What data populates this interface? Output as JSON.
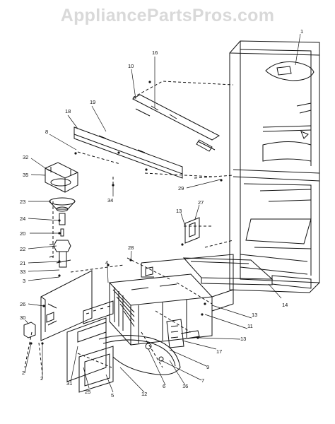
{
  "watermark": "AppliancePartsPros.com",
  "callouts": [
    {
      "id": "c1",
      "text": "1"
    },
    {
      "id": "c16",
      "text": "16"
    },
    {
      "id": "c10",
      "text": "10"
    },
    {
      "id": "c18",
      "text": "18"
    },
    {
      "id": "c19",
      "text": "19"
    },
    {
      "id": "c8",
      "text": "8"
    },
    {
      "id": "c32",
      "text": "32"
    },
    {
      "id": "c35",
      "text": "35"
    },
    {
      "id": "c23",
      "text": "23"
    },
    {
      "id": "c34",
      "text": "34"
    },
    {
      "id": "c29",
      "text": "29"
    },
    {
      "id": "c24",
      "text": "24"
    },
    {
      "id": "c20",
      "text": "20"
    },
    {
      "id": "c22",
      "text": "22"
    },
    {
      "id": "c21",
      "text": "21"
    },
    {
      "id": "c33",
      "text": "33"
    },
    {
      "id": "c3",
      "text": "3"
    },
    {
      "id": "c27",
      "text": "27"
    },
    {
      "id": "c13a",
      "text": "13"
    },
    {
      "id": "c28",
      "text": "28"
    },
    {
      "id": "c4",
      "text": "4"
    },
    {
      "id": "c26",
      "text": "26"
    },
    {
      "id": "c14",
      "text": "14"
    },
    {
      "id": "c13b",
      "text": "13"
    },
    {
      "id": "c11",
      "text": "11"
    },
    {
      "id": "c13c",
      "text": "13"
    },
    {
      "id": "c30",
      "text": "30"
    },
    {
      "id": "c17",
      "text": "17"
    },
    {
      "id": "c9",
      "text": "9"
    },
    {
      "id": "c7",
      "text": "7"
    },
    {
      "id": "c2a",
      "text": "2"
    },
    {
      "id": "c2b",
      "text": "2"
    },
    {
      "id": "c31",
      "text": "31"
    },
    {
      "id": "c25",
      "text": "25"
    },
    {
      "id": "c5",
      "text": "5"
    },
    {
      "id": "c12",
      "text": "12"
    },
    {
      "id": "c6",
      "text": "6"
    },
    {
      "id": "c16b",
      "text": "16"
    }
  ]
}
